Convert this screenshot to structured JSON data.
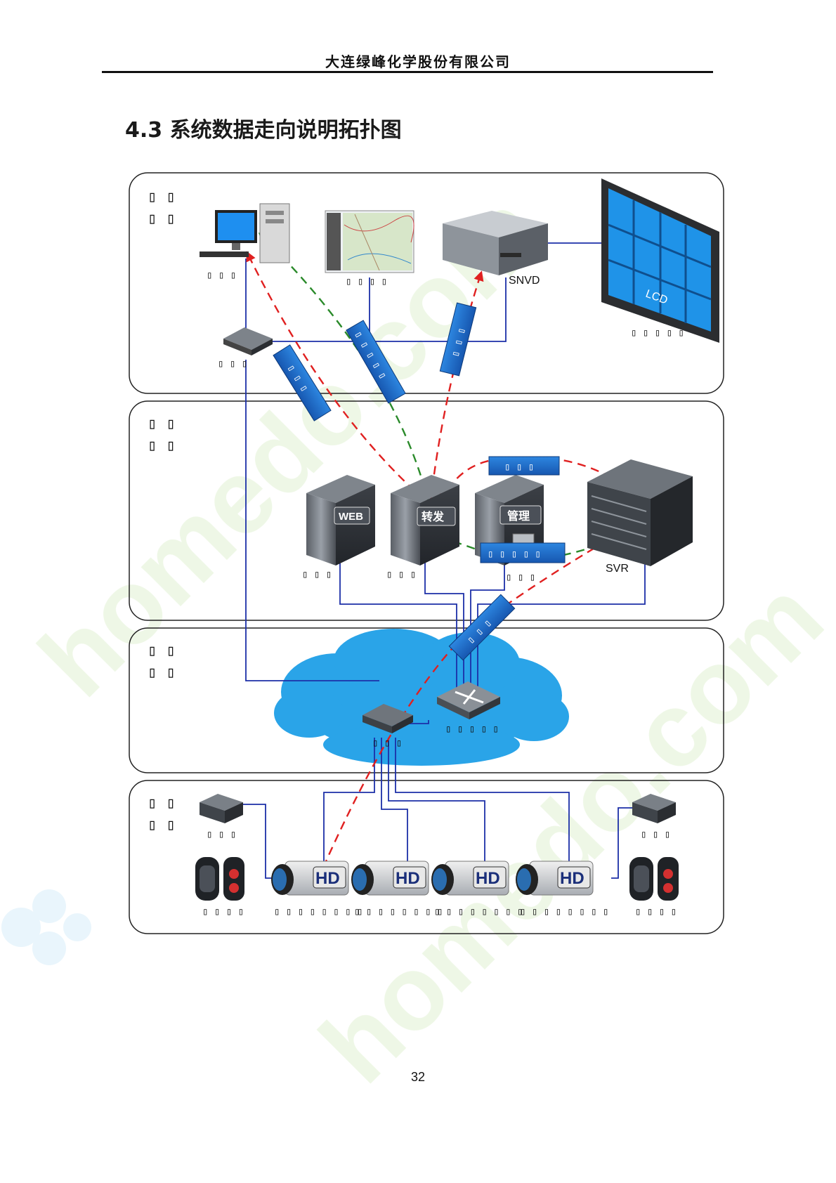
{
  "header": {
    "company": "大连绿峰化学股份有限公司"
  },
  "section": {
    "title": "4.3 系统数据走向说明拓扑图"
  },
  "page_number": "32",
  "colors": {
    "link_blue": "#1c2fa8",
    "arrow_red": "#e02020",
    "arrow_green": "#2a8a2a",
    "cloud": "#2aa4e8",
    "tag_blue": "#1f6fcf",
    "watermark": "#cfe9b8"
  },
  "diagram": {
    "layer_labels": [
      "▯ ▯\n▯ ▯",
      "▯ ▯\n▯ ▯",
      "▯ ▯\n▯ ▯",
      "▯ ▯\n▯ ▯"
    ],
    "device_labels": {
      "pc": "▯ ▯ ▯",
      "map_client": "▯ ▯ ▯ ▯",
      "snvd": "SNVD",
      "lcd_wall": "▯ ▯ ▯ ▯ ▯",
      "decoder": "▯ ▯ ▯",
      "web_server_tag": "WEB",
      "web_server": "▯ ▯ ▯",
      "relay_server_tag": "转发",
      "relay_server": "▯ ▯ ▯",
      "mgmt_server_tag": "管理",
      "mgmt_server": "▯ ▯ ▯",
      "svr": "SVR",
      "core_switch": "▯ ▯ ▯ ▯ ▯",
      "access_switch": "▯ ▯ ▯",
      "encoder_left": "▯ ▯ ▯",
      "encoder_right": "▯ ▯ ▯",
      "sensor_left": "▯ ▯ ▯ ▯",
      "sensor_right": "▯ ▯ ▯ ▯",
      "camera_1": "▯ ▯ ▯ ▯ ▯ ▯ ▯ ▯",
      "camera_2": "▯ ▯ ▯ ▯ ▯ ▯ ▯ ▯",
      "camera_3": "▯ ▯ ▯ ▯ ▯ ▯ ▯ ▯",
      "camera_4": "▯ ▯ ▯ ▯ ▯ ▯ ▯ ▯",
      "camera_badge": "HD",
      "lcd_badge": "LCD"
    },
    "stream_tags": {
      "tag_1": "▯ ▯ ▯",
      "tag_2": "▯ ▯ ▯ ▯ ▯",
      "tag_3": "▯ ▯ ▯",
      "tag_top_right": "▯ ▯ ▯",
      "tag_mid": "▯ ▯ ▯ ▯ ▯",
      "tag_net": "▯ ▯ ▯"
    }
  }
}
